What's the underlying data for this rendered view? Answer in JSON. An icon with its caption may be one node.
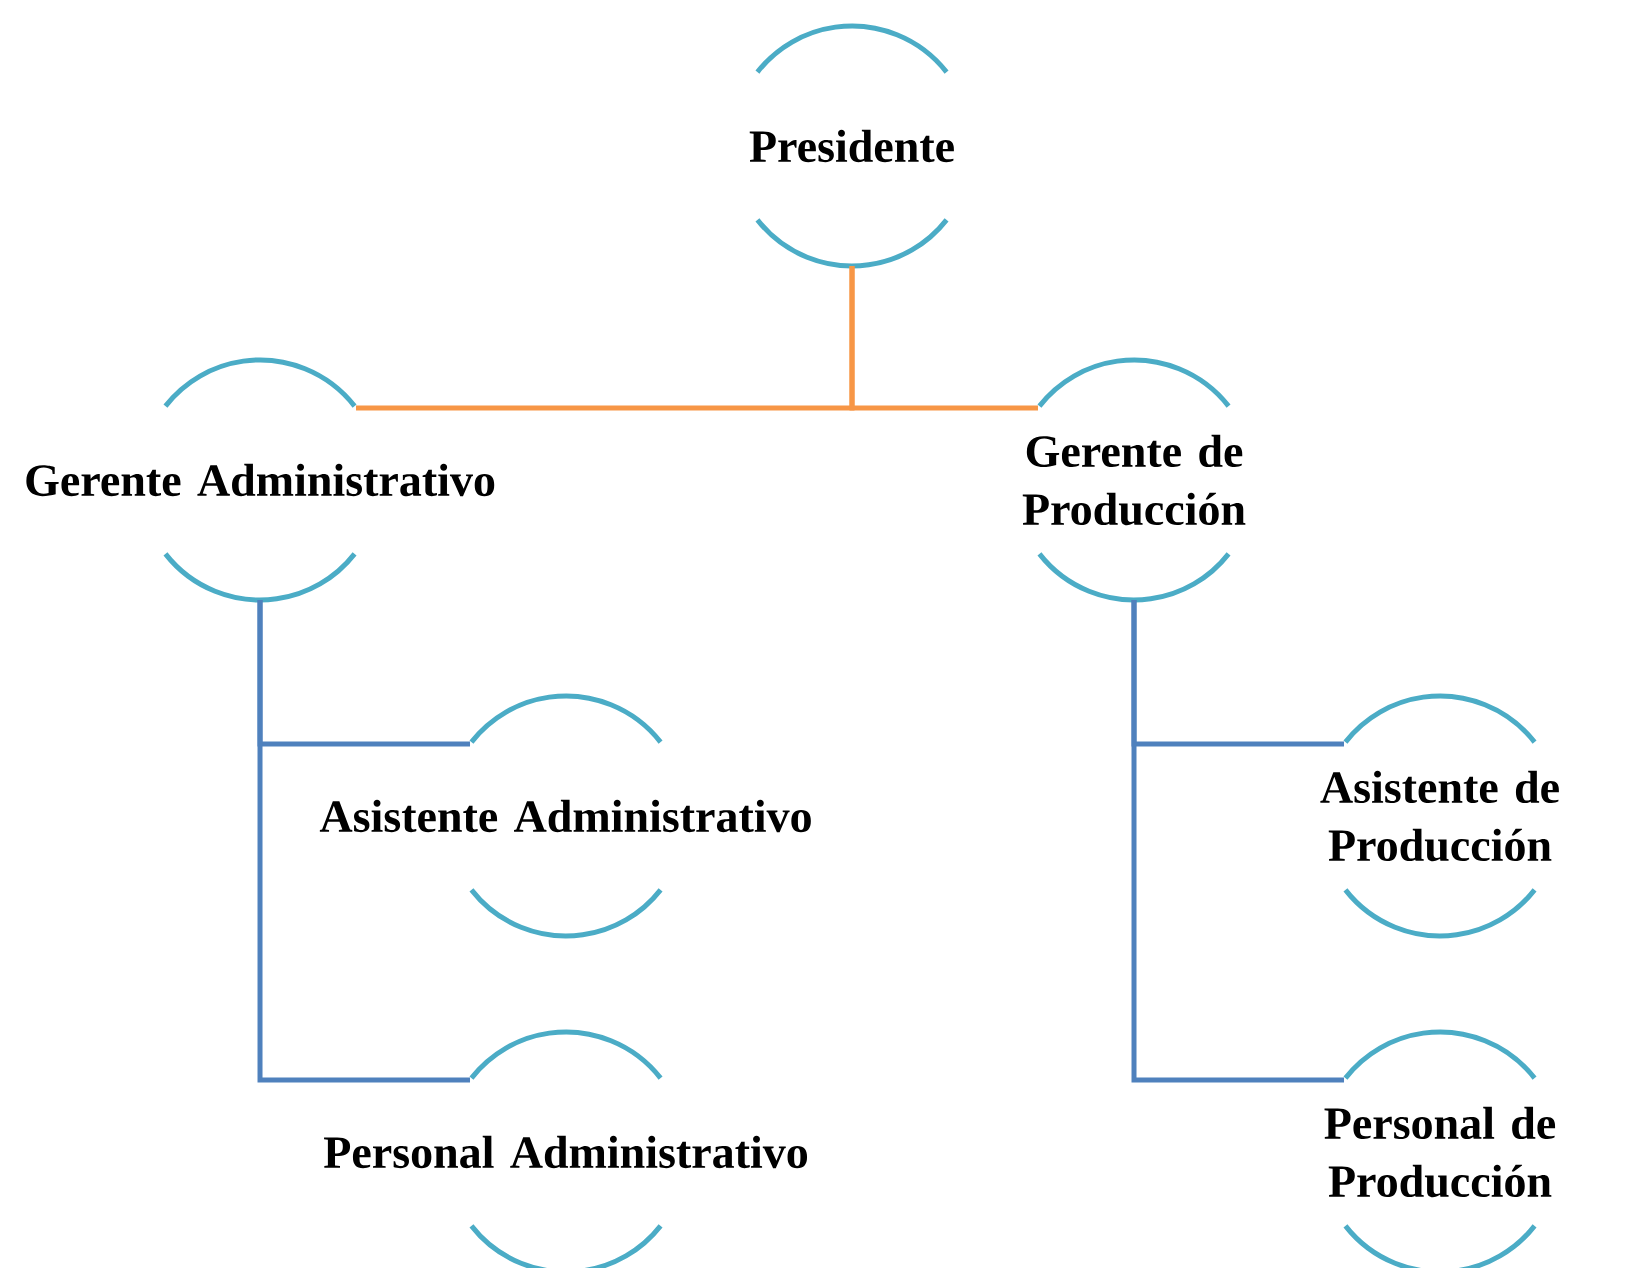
{
  "diagram": {
    "nodes": [
      {
        "text": [
          "Presidente"
        ]
      },
      {
        "text": [
          "Gerente Administrativo"
        ]
      },
      {
        "text": [
          "Gerente de Producción"
        ]
      },
      {
        "text": [
          "Asistente Administrativo"
        ]
      },
      {
        "text": [
          "Asistente de Producción"
        ]
      },
      {
        "text": [
          "Personal Administrativo"
        ]
      },
      {
        "text": [
          "Personal de Producción"
        ]
      }
    ],
    "edges": [
      {
        "from": 0,
        "to": 1,
        "arrow": "none",
        "color": "#f79646"
      },
      {
        "from": 0,
        "to": 2,
        "arrow": "none",
        "color": "#f79646"
      },
      {
        "from": 1,
        "to": 3,
        "arrow": "none"
      },
      {
        "from": 1,
        "to": 5,
        "arrow": "none"
      },
      {
        "from": 2,
        "to": 4,
        "arrow": "none"
      },
      {
        "from": 2,
        "to": 6,
        "arrow": "none"
      }
    ]
  }
}
